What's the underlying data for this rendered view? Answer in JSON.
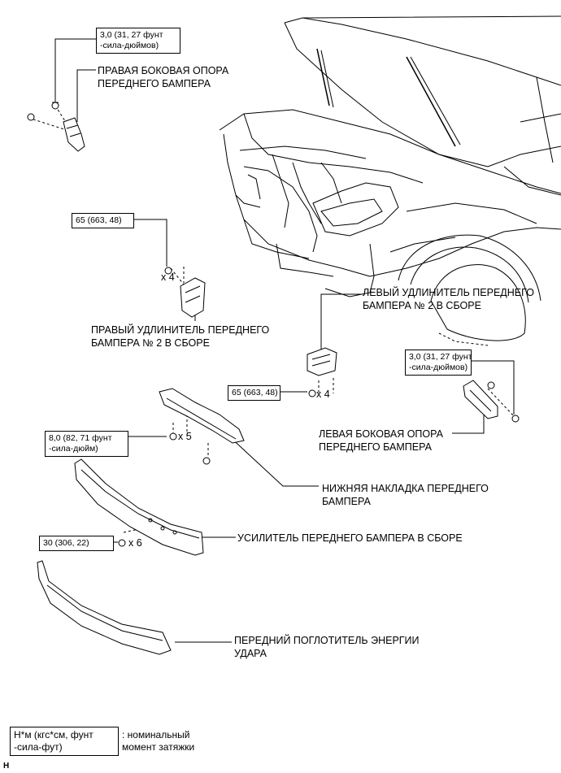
{
  "parts": {
    "right_side_support": "ПРАВАЯ БОКОВАЯ ОПОРА\nПЕРЕДНЕГО БАМПЕРА",
    "right_extension": "ПРАВЫЙ УДЛИНИТЕЛЬ ПЕРЕДНЕГО\nБАМПЕРА № 2 В СБОРЕ",
    "left_extension": "ЛЕВЫЙ УДЛИНИТЕЛЬ ПЕРЕДНЕГО\nБАМПЕРА № 2 В СБОРЕ",
    "left_side_support": "ЛЕВАЯ БОКОВАЯ ОПОРА\nПЕРЕДНЕГО БАМПЕРА",
    "lower_cover": "НИЖНЯЯ НАКЛАДКА ПЕРЕДНЕГО\nБАМПЕРА",
    "reinforcement": "УСИЛИТЕЛЬ ПЕРЕДНЕГО БАМПЕРА В СБОРЕ",
    "energy_absorber": "ПЕРЕДНИЙ ПОГЛОТИТЕЛЬ ЭНЕРГИИ\nУДАРА"
  },
  "torques": {
    "t_right_support": "3,0 (31, 27 фунт\n-сила-дюймов)",
    "t_right_ext": "65 (663, 48)",
    "t_left_ext": "65 (663, 48)",
    "t_left_support": "3,0 (31, 27 фунт\n-сила-дюймов)",
    "t_lower_cover": "8,0 (82, 71 фунт\n-сила-дюйм)",
    "t_reinforcement": "30 (306, 22)"
  },
  "quantities": {
    "q_right_ext": "x 4",
    "q_left_ext": "x 4",
    "q_lower_cover": "x 5",
    "q_reinforcement": "x 6"
  },
  "legend": {
    "unit": "Н*м (кгс*см, фунт\n-сила-фут)",
    "meaning": ": номинальный\nмомент затяжки"
  },
  "figure_code": "H"
}
